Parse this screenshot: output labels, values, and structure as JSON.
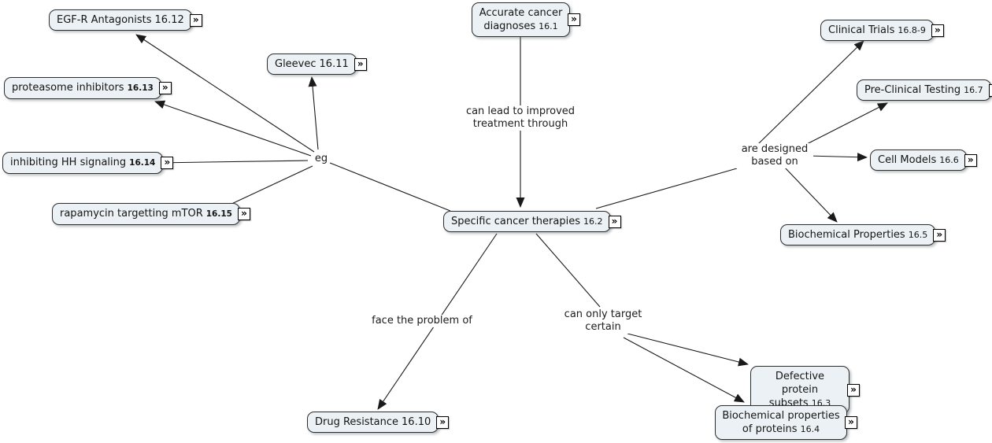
{
  "palette": {
    "background": "#ffffff",
    "node_fill": "#ebf1f4",
    "node_border": "#2e2e2e",
    "node_text": "#151515",
    "line_color": "#1a1a1a",
    "label_text": "#1c1c1c",
    "icon_bg": "#ffffff",
    "icon_border": "#000000"
  },
  "icons": {
    "expand": "»"
  },
  "nodes": [
    {
      "label": "EGF-R Antagonists",
      "ref": "16.12"
    },
    {
      "label": "proteasome inhibitors",
      "ref": "16.13"
    },
    {
      "label": "inhibiting HH signaling",
      "ref": "16.14"
    },
    {
      "label": "rapamycin targetting mTOR",
      "ref": "16.15"
    },
    {
      "label": "Gleevec",
      "ref": "16.11"
    },
    {
      "label": "Accurate cancer diagnoses",
      "ref": "16.1"
    },
    {
      "label": "Specific cancer therapies",
      "ref": "16.2"
    },
    {
      "label": "Clinical Trials",
      "ref": "16.8-9"
    },
    {
      "label": "Pre-Clinical Testing",
      "ref": "16.7"
    },
    {
      "label": "Cell Models",
      "ref": "16.6"
    },
    {
      "label": "Biochemical Properties",
      "ref": "16.5"
    },
    {
      "label": "Drug Resistance",
      "ref": "16.10"
    },
    {
      "label": "Defective protein subsets",
      "ref": "16.3"
    },
    {
      "label": "Biochemical properties of proteins",
      "ref": "16.4"
    }
  ],
  "links": [
    {
      "label": "can lead to improved treatment through",
      "from": "Accurate cancer diagnoses",
      "to": [
        "Specific cancer therapies"
      ]
    },
    {
      "label": "eg",
      "from": "Specific cancer therapies",
      "to": [
        "EGF-R Antagonists",
        "proteasome inhibitors",
        "inhibiting HH signaling",
        "rapamycin targetting mTOR",
        "Gleevec"
      ]
    },
    {
      "label": "are designed based on",
      "from": "Specific cancer therapies",
      "to": [
        "Clinical Trials",
        "Pre-Clinical Testing",
        "Cell Models",
        "Biochemical Properties"
      ]
    },
    {
      "label": "face the problem of",
      "from": "Specific cancer therapies",
      "to": [
        "Drug Resistance"
      ]
    },
    {
      "label": "can only target certain",
      "from": "Specific cancer therapies",
      "to": [
        "Defective protein subsets",
        "Biochemical properties of proteins"
      ]
    }
  ]
}
